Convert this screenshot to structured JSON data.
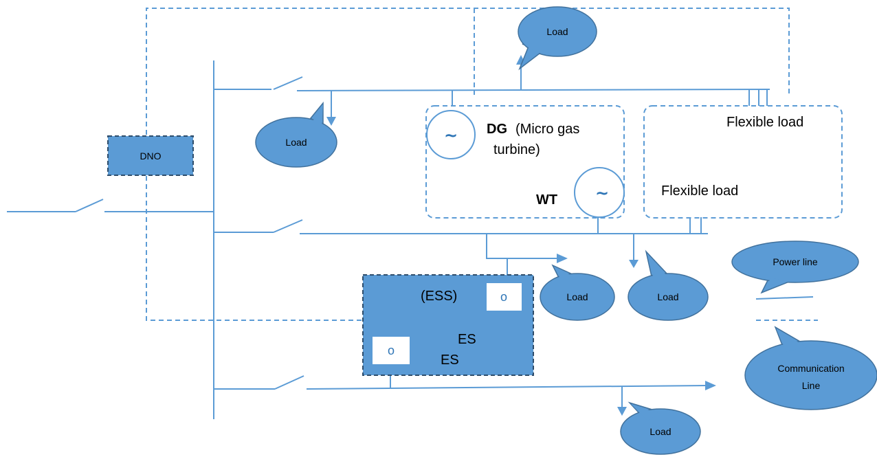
{
  "labels": {
    "dno": "DNO",
    "load": "Load",
    "dg_bold": "DG",
    "dg_rest_1": "(Micro gas",
    "dg_rest_2": "turbine)",
    "wt": "WT",
    "flexible_load": "Flexible load",
    "ess": "(ESS)",
    "es": "ES",
    "power_line": "Power line",
    "communication_line_1": "Communication",
    "communication_line_2": "Line",
    "generator_symbol": "~",
    "storage_symbol": "o"
  },
  "colors": {
    "line": "#5b9bd5",
    "fill": "#5b9bd5",
    "border_dark": "#41719c",
    "dashed_border": "#2e4d6b"
  }
}
